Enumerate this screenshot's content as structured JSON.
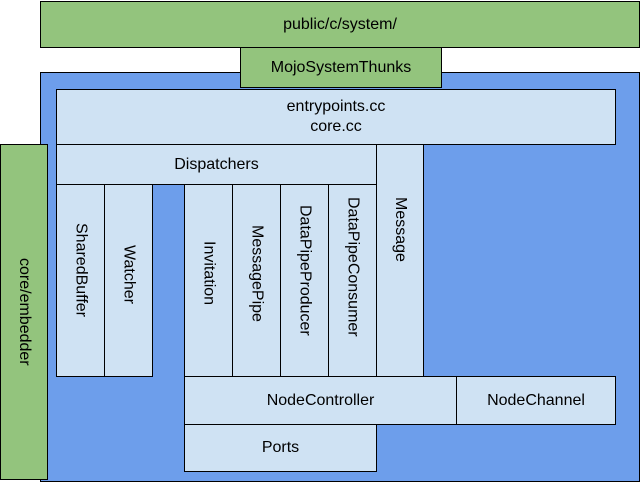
{
  "colors": {
    "green": "#93c47d",
    "blue": "#6d9eeb",
    "light_blue": "#cfe2f3",
    "border": "#000000"
  },
  "boxes": {
    "public_c_system": "public/c/system/",
    "mojo_system_thunks": "MojoSystemThunks",
    "entrypoints_line1": "entrypoints.cc",
    "entrypoints_line2": "core.cc",
    "core_embedder": "core/embedder",
    "dispatchers": "Dispatchers",
    "shared_buffer": "SharedBuffer",
    "watcher": "Watcher",
    "invitation": "Invitation",
    "message_pipe": "MessagePipe",
    "data_pipe_producer": "DataPipeProducer",
    "data_pipe_consumer": "DataPipeConsumer",
    "message": "Message",
    "node_controller": "NodeController",
    "node_channel": "NodeChannel",
    "ports": "Ports"
  }
}
